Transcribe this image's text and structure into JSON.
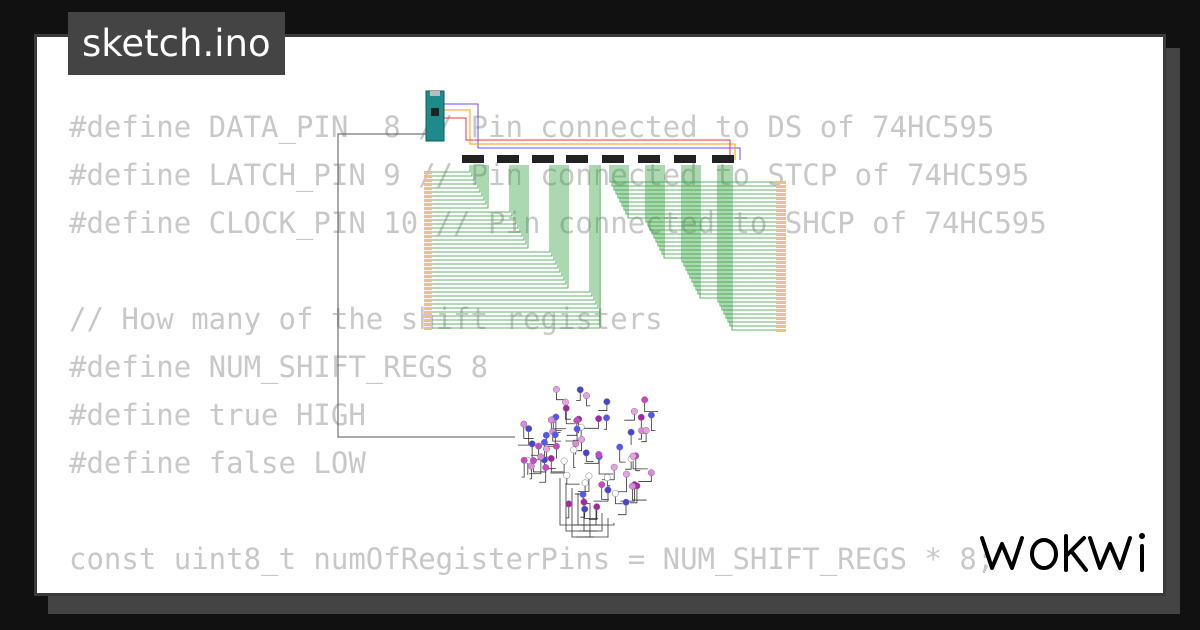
{
  "tab": {
    "filename": "sketch.ino"
  },
  "code_lines": [
    "#define DATA_PIN  8 // Pin connected to DS of 74HC595",
    "#define LATCH_PIN 9 // Pin connected to STCP of 74HC595",
    "#define CLOCK_PIN 10 // Pin connected to SHCP of 74HC595",
    "",
    "// How many of the shift registers",
    "#define NUM_SHIFT_REGS 8",
    "#define true HIGH",
    "#define false LOW",
    "",
    "const uint8_t numOfRegisterPins = NUM_SHIFT_REGS * 8;"
  ],
  "brand": {
    "logo_text": "WOKWi"
  },
  "colors": {
    "background": "#111111",
    "card": "#ffffff",
    "tab": "#444444",
    "code_text": "#c8c8c8",
    "board": "#1f8a8a",
    "wire_green": "#2e9e3a",
    "wire_dark": "#333333"
  }
}
